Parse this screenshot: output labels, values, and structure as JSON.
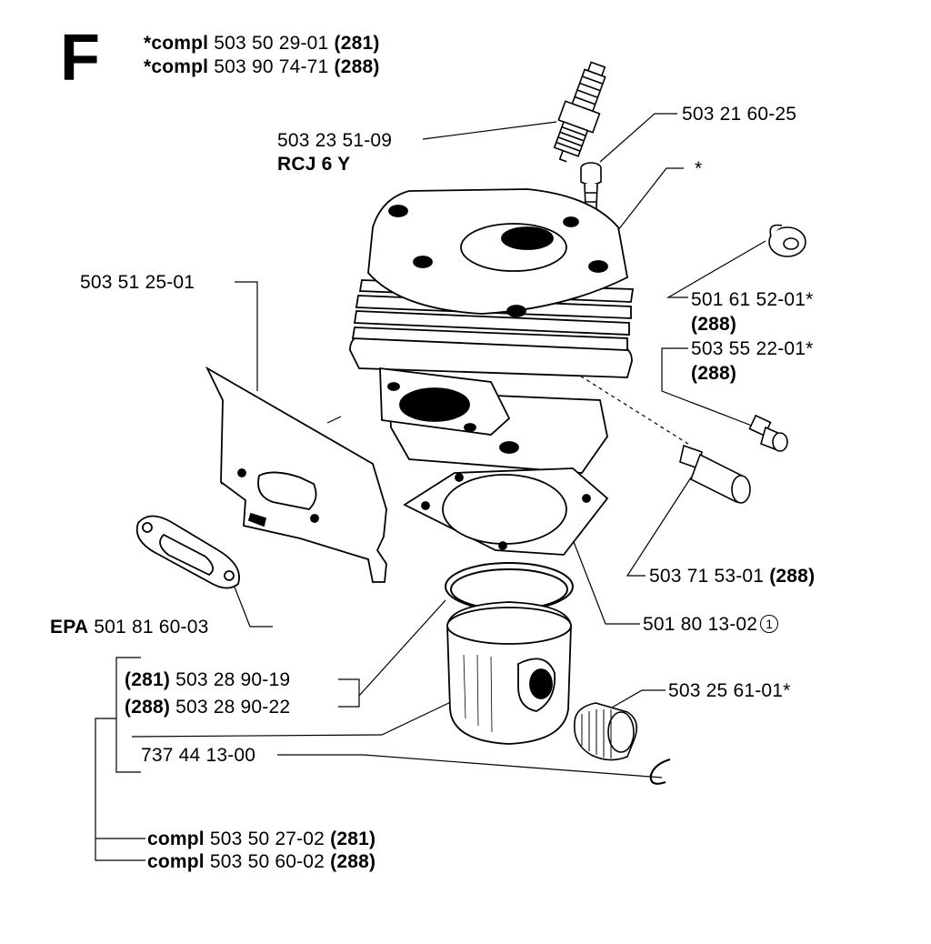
{
  "section_letter": "F",
  "header": {
    "line1": {
      "prefix": "*compl",
      "number": "503 50 29-01",
      "model": "(281)"
    },
    "line2": {
      "prefix": "*compl",
      "number": "503 90 74-71",
      "model": "(288)"
    }
  },
  "parts": {
    "spark_plug": {
      "number": "503 23 51-09",
      "type": "RCJ 6 Y"
    },
    "screw": {
      "number": "503 21 60-25"
    },
    "cylinder": {
      "marker": "*"
    },
    "plug_cap": {
      "number": "501 61 52-01*",
      "model": "(288)"
    },
    "decomp_plug": {
      "number": "503 55 22-01*",
      "model": "(288)"
    },
    "decomp_valve": {
      "number": "503 71 53-01",
      "model": "(288)"
    },
    "cylinder_gasket": {
      "number": "501 80 13-02",
      "ref": "1"
    },
    "needle_bearing": {
      "number": "503 25 61-01*"
    },
    "spacer_plate": {
      "number": "503 51 25-01"
    },
    "muffler_gasket": {
      "prefix": "EPA",
      "number": "501 81 60-03"
    },
    "piston_281": {
      "model": "(281)",
      "number": "503 28 90-19"
    },
    "piston_288": {
      "model": "(288)",
      "number": "503 28 90-22"
    },
    "circlip": {
      "number": "737 44 13-00"
    },
    "piston_kit_281": {
      "prefix": "compl",
      "number": "503 50 27-02",
      "model": "(281)"
    },
    "piston_kit_288": {
      "prefix": "compl",
      "number": "503 50 60-02",
      "model": "(288)"
    }
  }
}
